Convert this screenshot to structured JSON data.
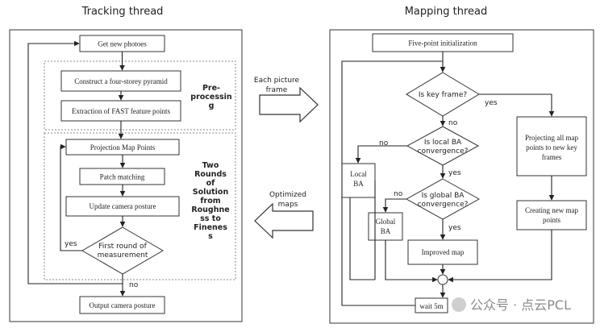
{
  "tracking": {
    "title": "Tracking thread",
    "get_new_photos": "Get new photoes",
    "construct_pyramid": "Construct a four-storey pyramid",
    "extract_fast": "Extraction of FAST feature points",
    "preprocessing": [
      "Pre-",
      "processin",
      "g"
    ],
    "projection": "Projection Map Points",
    "patch_matching": "Patch matching",
    "update_pose": "Update camera posture",
    "first_round": [
      "First round of",
      "measurement"
    ],
    "two_rounds": [
      "Two",
      "Rounds",
      "of",
      "Solution",
      "from",
      "Roughne",
      "ss to",
      "Finenes",
      "s"
    ],
    "yes": "yes",
    "no": "no",
    "output_pose": "Output camera posture"
  },
  "middle": {
    "each_picture": [
      "Each picture",
      "frame"
    ],
    "optimized": [
      "Optimized",
      "maps"
    ]
  },
  "mapping": {
    "title": "Mapping thread",
    "five_point": "Five-point initialization",
    "is_key_frame": "Is key frame?",
    "yes_key": "yes",
    "no_key": "no",
    "is_local_ba": [
      "Is local BA",
      "convergence?"
    ],
    "no_local": "no",
    "yes_local": "yes",
    "local_ba": [
      "Local",
      "BA"
    ],
    "is_global_ba": [
      "Is global BA",
      "convergence?"
    ],
    "no_global": "no",
    "yes_global": "yes",
    "global_ba": [
      "Global",
      "BA"
    ],
    "improved_map": "Improved map",
    "projecting": [
      "Projecting all map",
      "points to new key",
      "frames"
    ],
    "creating": [
      "Creating new map",
      "points"
    ],
    "wait": "wait 5m"
  },
  "watermark": "公众号 · 点云PCL"
}
